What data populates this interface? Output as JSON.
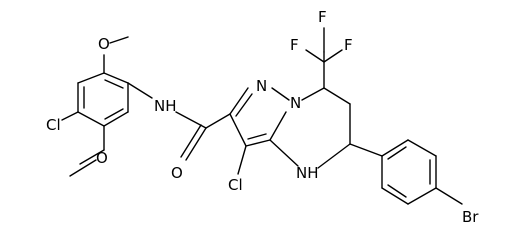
{
  "molecule": {
    "labels": {
      "methoxy_o_top": "O",
      "methoxy_o_bottom": "O",
      "chloro_aryl": "Cl",
      "amide_nh": "NH",
      "amide_o": "O",
      "pyrazole_n": "N",
      "bridge_n": "N",
      "ring_nh": "NH",
      "chloro_pyrazole": "Cl",
      "f_1": "F",
      "f_2": "F",
      "f_3": "F",
      "bromo": "Br"
    }
  }
}
